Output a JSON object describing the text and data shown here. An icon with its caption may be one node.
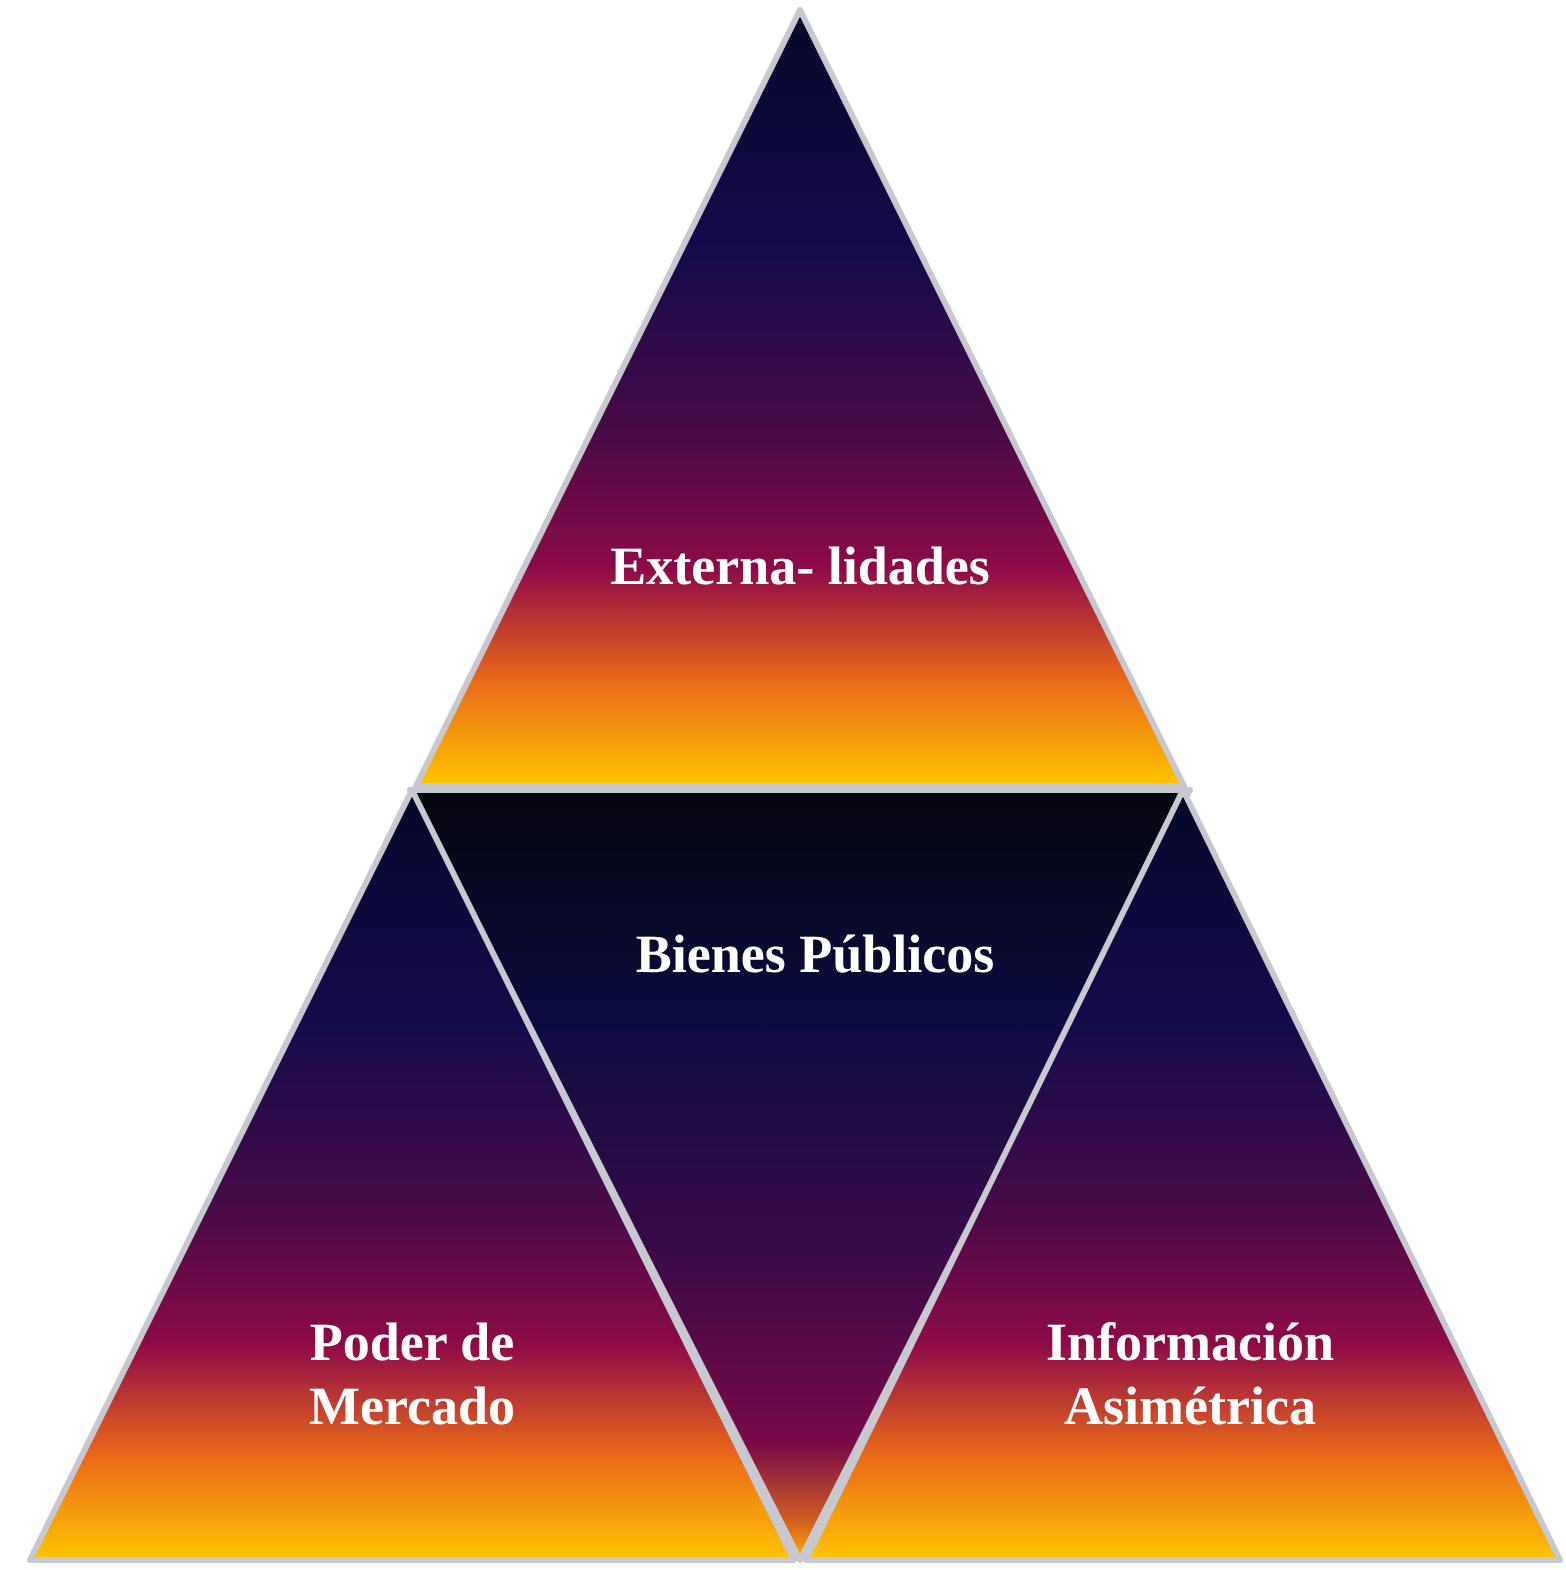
{
  "diagram": {
    "nodes": [
      {
        "text": [
          "Externa- lidades"
        ]
      },
      {
        "text": [
          "Bienes Públicos"
        ]
      },
      {
        "text": [
          "Poder de Mercado"
        ]
      },
      {
        "text": [
          "Información Asimétrica"
        ]
      }
    ]
  }
}
